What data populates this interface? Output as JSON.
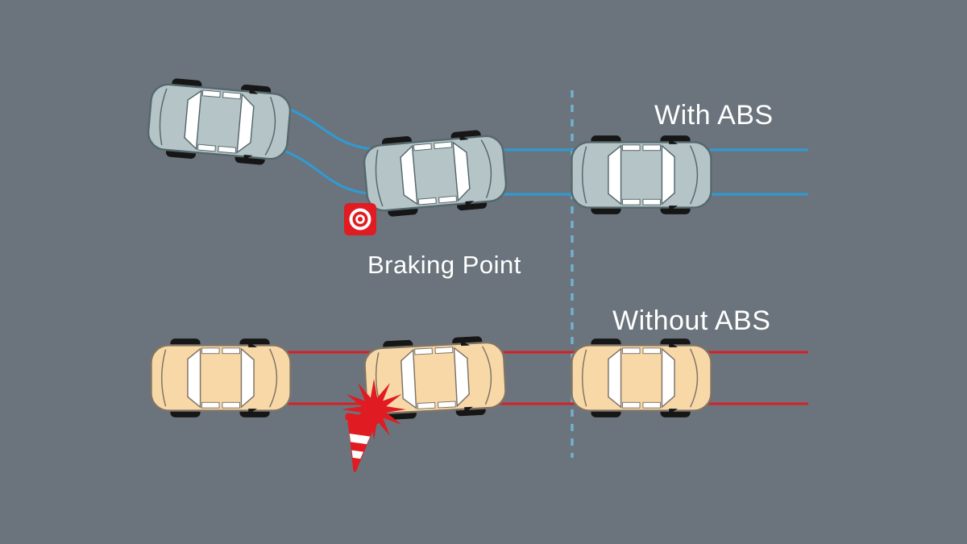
{
  "title": "ABS vs no-ABS braking comparison diagram",
  "labels": {
    "with_abs": "With ABS",
    "without_abs": "Without ABS",
    "braking_point": "Braking Point"
  },
  "diagram": {
    "scenarios": [
      {
        "id": "with-abs",
        "label": "With ABS",
        "cars": 3,
        "trajectory": "curved swerve around obstacle",
        "line_color": "#2e9bd6"
      },
      {
        "id": "without-abs",
        "label": "Without ABS",
        "cars": 3,
        "trajectory": "straight skid into obstacle",
        "line_color": "#d62027"
      }
    ],
    "divider": {
      "style": "dashed-vertical",
      "color": "#74b7d8"
    }
  },
  "icons": {
    "braking_point_marker": "bullseye-target",
    "crash": "starburst",
    "obstacle": "traffic-cone",
    "vehicle": "car-top-view"
  },
  "colors": {
    "background": "#6b747c",
    "abs_line": "#2e9bd6",
    "no_abs_line": "#d62027",
    "divider": "#74b7d8",
    "abs_car_body": "#b5c4c6",
    "abs_car_outline": "#56686d",
    "no_abs_car_body": "#f9d8a7",
    "no_abs_car_outline": "#7d7468",
    "window": "#ffffff",
    "tire": "#161616",
    "danger_red": "#e01b22",
    "text": "#ffffff"
  }
}
